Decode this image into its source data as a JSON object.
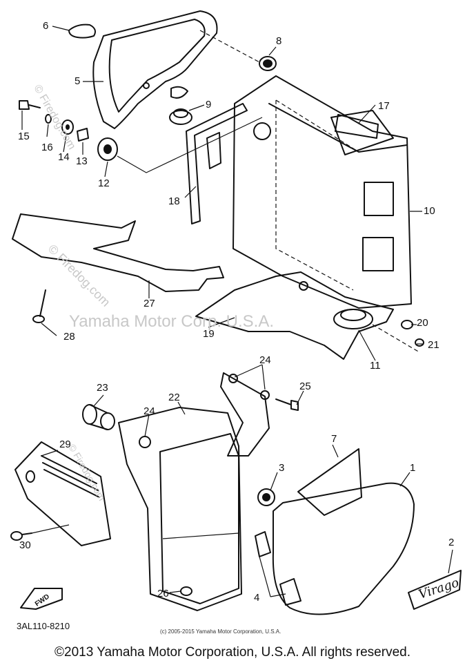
{
  "watermarks": {
    "center": "Yamaha Motor Corp. U.S.A.",
    "diag": "© Firedog.com"
  },
  "parts": [
    {
      "id": "1",
      "label": "1"
    },
    {
      "id": "2",
      "label": "2"
    },
    {
      "id": "3",
      "label": "3"
    },
    {
      "id": "4a",
      "label": "4"
    },
    {
      "id": "5",
      "label": "5"
    },
    {
      "id": "6",
      "label": "6"
    },
    {
      "id": "7",
      "label": "7"
    },
    {
      "id": "8",
      "label": "8"
    },
    {
      "id": "9",
      "label": "9"
    },
    {
      "id": "10",
      "label": "10"
    },
    {
      "id": "11",
      "label": "11"
    },
    {
      "id": "12",
      "label": "12"
    },
    {
      "id": "13",
      "label": "13"
    },
    {
      "id": "14",
      "label": "14"
    },
    {
      "id": "15",
      "label": "15"
    },
    {
      "id": "16",
      "label": "16"
    },
    {
      "id": "17",
      "label": "17"
    },
    {
      "id": "18",
      "label": "18"
    },
    {
      "id": "19",
      "label": "19"
    },
    {
      "id": "20",
      "label": "20"
    },
    {
      "id": "21",
      "label": "21"
    },
    {
      "id": "22",
      "label": "22"
    },
    {
      "id": "23",
      "label": "23"
    },
    {
      "id": "24a",
      "label": "24"
    },
    {
      "id": "24b",
      "label": "24"
    },
    {
      "id": "25",
      "label": "25"
    },
    {
      "id": "26",
      "label": "26"
    },
    {
      "id": "27",
      "label": "27"
    },
    {
      "id": "28",
      "label": "28"
    },
    {
      "id": "29",
      "label": "29"
    },
    {
      "id": "30",
      "label": "30"
    }
  ],
  "fwd_label": "FWD",
  "emblem_text": "Virago",
  "drawing_number": "3AL110-8210",
  "small_copyright": "(c) 2005-2015 Yamaha Motor Corporation, U.S.A.",
  "copyright": "©2013 Yamaha Motor Corporation, U.S.A. All rights reserved."
}
